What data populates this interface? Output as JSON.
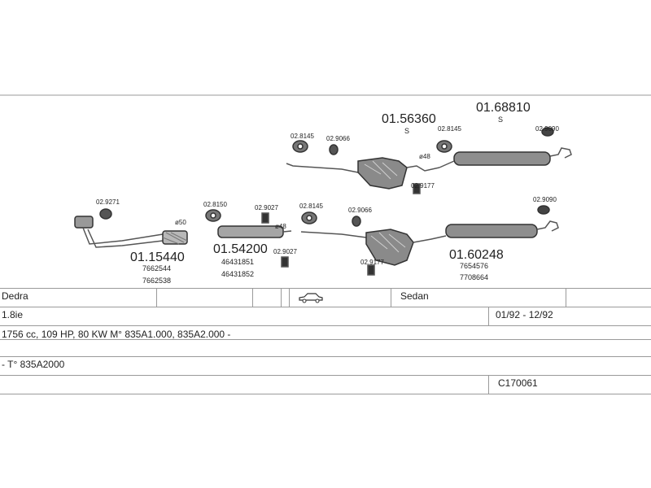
{
  "parts": {
    "upper_muffler_part": "01.56360",
    "upper_muffler_sym": "S",
    "upper_rear_part": "01.68810",
    "upper_rear_sym": "S",
    "upper_clamp_1": "02.8145",
    "upper_gasket_1": "02.9066",
    "upper_clamp_2": "02.8145",
    "upper_hanger": "02.9090",
    "upper_diameter": "ø48",
    "upper_mount": "02.9177",
    "front_hanger": "02.9271",
    "front_diameter": "ø50",
    "front_pipe_part": "01.15440",
    "front_pipe_oe_1": "7662544",
    "front_pipe_oe_2": "7662538",
    "cat_clamp": "02.8150",
    "cat_mount": "02.9027",
    "cat_diameter": "ø48",
    "cat_part": "01.54200",
    "cat_oe_1": "46431851",
    "cat_oe_2": "46431852",
    "cat_mount_2": "02.9027",
    "lower_clamp": "02.8145",
    "lower_gasket": "02.9066",
    "lower_mount": "02.9177",
    "lower_hanger": "02.9090",
    "lower_rear_part": "01.60248",
    "lower_rear_oe_1": "7654576",
    "lower_rear_oe_2": "7708664"
  },
  "table": {
    "model": "Dedra",
    "body": "Sedan",
    "engine": "1.8ie",
    "years": "01/92 - 12/92",
    "spec": "1756 cc, 109 HP, 80 KW M° 835A1.000, 835A2.000 -",
    "type": "- T° 835A2000",
    "code": "C170061"
  },
  "icons": {
    "car": "sedan-car-icon"
  }
}
